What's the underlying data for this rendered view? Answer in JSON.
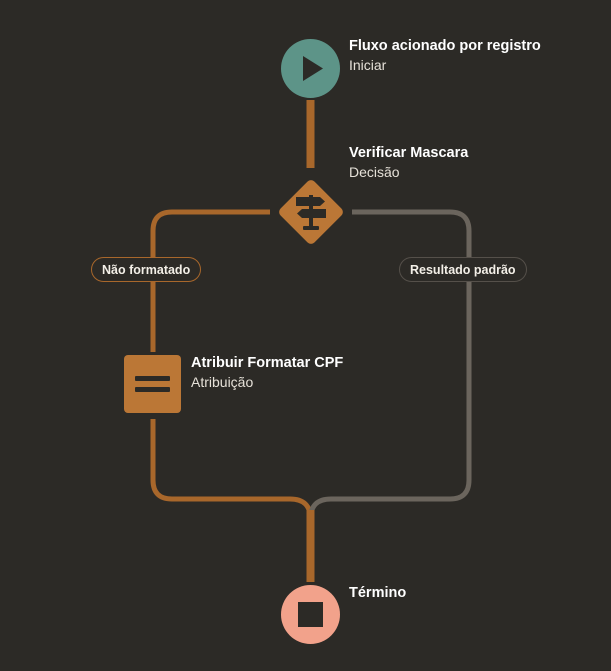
{
  "colors": {
    "background": "#2c2a26",
    "connector_active": "#a8672b",
    "connector_default": "#6b655d",
    "start_node": "#5d9488",
    "decision_node": "#bb7736",
    "assignment_node": "#bb7736",
    "end_node": "#f2a28b"
  },
  "nodes": {
    "start": {
      "icon": "play-icon",
      "title": "Fluxo acionado por registro",
      "subtitle": "Iniciar"
    },
    "decision": {
      "icon": "signpost-icon",
      "title": "Verificar Mascara",
      "subtitle": "Decisão"
    },
    "assignment": {
      "icon": "equals-icon",
      "title": "Atribuir Formatar CPF",
      "subtitle": "Atribuição"
    },
    "end": {
      "icon": "stop-icon",
      "title": "Término"
    }
  },
  "branches": {
    "left_label": "Não formatado",
    "right_label": "Resultado padrão"
  }
}
